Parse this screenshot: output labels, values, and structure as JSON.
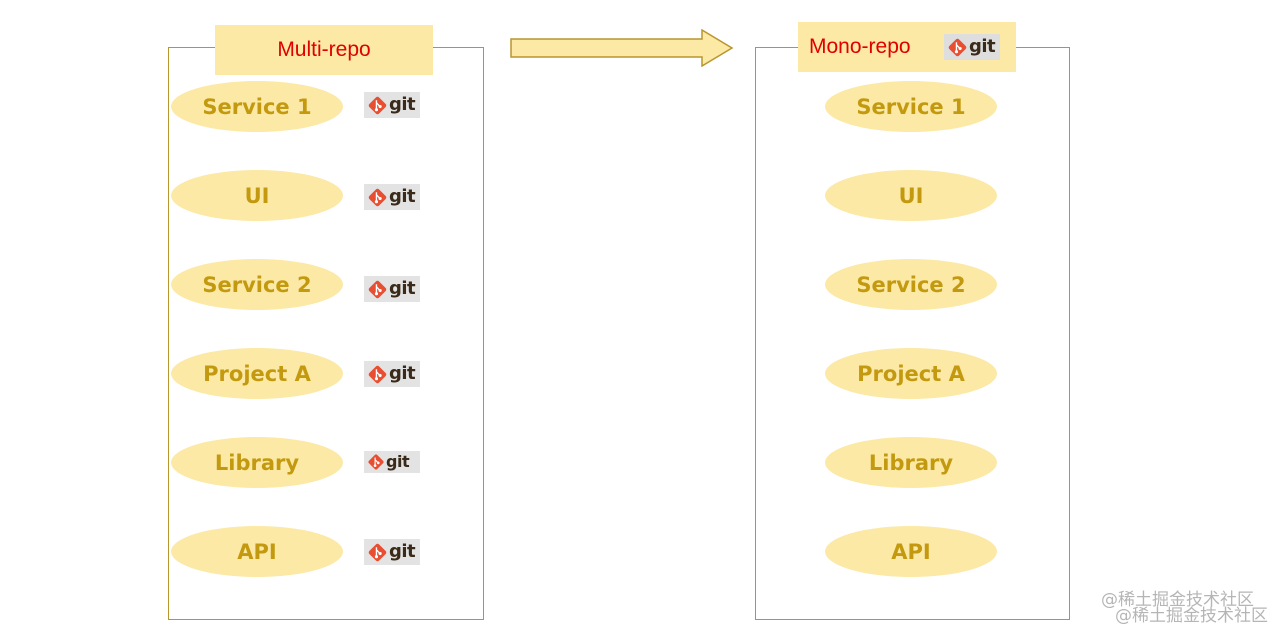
{
  "left": {
    "title": "Multi-repo",
    "items": [
      "Service 1",
      "UI",
      "Service 2",
      "Project A",
      "Library",
      "API"
    ],
    "badge_text": "git"
  },
  "right": {
    "title": "Mono-repo",
    "title_badge_text": "git",
    "items": [
      "Service 1",
      "UI",
      "Service 2",
      "Project A",
      "Library",
      "API"
    ]
  },
  "watermark": "@稀土掘金技术社区",
  "colors": {
    "oval_fill": "#fce9a6",
    "oval_text": "#c39a0f",
    "title_text": "#e00000",
    "panel_border": "#b8962e",
    "git_logo": "#e84e31"
  },
  "icons": {
    "git_logo": "git-logo-icon",
    "transition_arrow": "right-arrow-icon"
  }
}
